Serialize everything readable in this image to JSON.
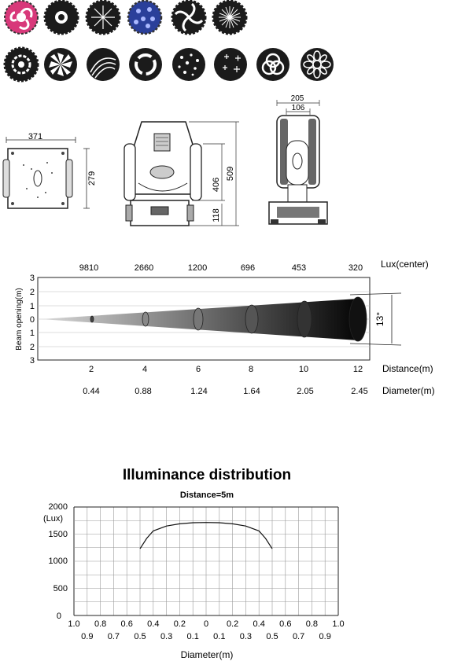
{
  "gobos": {
    "row1": [
      "magenta-swirl-gobo",
      "starburst-gobo",
      "dashed-sunburst-gobo",
      "blue-dots-gobo",
      "spiral-gobo",
      "radial-burst-gobo"
    ],
    "row2": [
      "flower-ring-gobo",
      "pinwheel-gobo",
      "wave-rings-gobo",
      "broken-ring-gobo",
      "star-field-gobo",
      "snowflakes-gobo",
      "knot-gobo",
      "rose-window-gobo"
    ],
    "colors": {
      "magenta": "#d8387a",
      "blue": "#2a3f9a",
      "dark": "#1b1b1b"
    }
  },
  "dimensions": {
    "base_width": "371",
    "base_depth": "279",
    "height_total": "509",
    "height_head": "406",
    "height_base": "118",
    "side_width_outer": "205",
    "side_width_inner": "106"
  },
  "beam": {
    "lux_label": "Lux(center)",
    "lux_values": [
      "9810",
      "2660",
      "1200",
      "696",
      "453",
      "320"
    ],
    "y_axis_label": "Beam opening(m)",
    "y_ticks": [
      "3",
      "2",
      "1",
      "0",
      "1",
      "2",
      "3"
    ],
    "distance_label": "Distance(m)",
    "distances": [
      "2",
      "4",
      "6",
      "8",
      "10",
      "12"
    ],
    "diameter_label": "Diameter(m)",
    "diameters": [
      "0.44",
      "0.88",
      "1.24",
      "1.64",
      "2.05",
      "2.45"
    ],
    "angle_label": "13°"
  },
  "chart_data": {
    "type": "line",
    "title": "Illuminance distribution",
    "subtitle": "Distance=5m",
    "ylabel": "(Lux)",
    "xlabel": "Diameter(m)",
    "ylim": [
      0,
      2000
    ],
    "xlim": [
      -1.0,
      1.0
    ],
    "y_ticks": [
      "0",
      "500",
      "1000",
      "1500",
      "2000"
    ],
    "x_ticks_top": [
      "1.0",
      "0.8",
      "0.6",
      "0.4",
      "0.2",
      "0",
      "0.2",
      "0.4",
      "0.6",
      "0.8",
      "1.0"
    ],
    "x_ticks_bottom": [
      "0.9",
      "0.7",
      "0.5",
      "0.3",
      "0.1",
      "0.1",
      "0.3",
      "0.5",
      "0.7",
      "0.9"
    ],
    "grid": true,
    "series": [
      {
        "x": [
          -0.5,
          -0.45,
          -0.4,
          -0.3,
          -0.2,
          -0.1,
          0,
          0.1,
          0.2,
          0.3,
          0.4,
          0.45,
          0.5
        ],
        "y": [
          1230,
          1420,
          1560,
          1650,
          1690,
          1710,
          1715,
          1710,
          1690,
          1650,
          1560,
          1420,
          1230
        ]
      }
    ]
  }
}
